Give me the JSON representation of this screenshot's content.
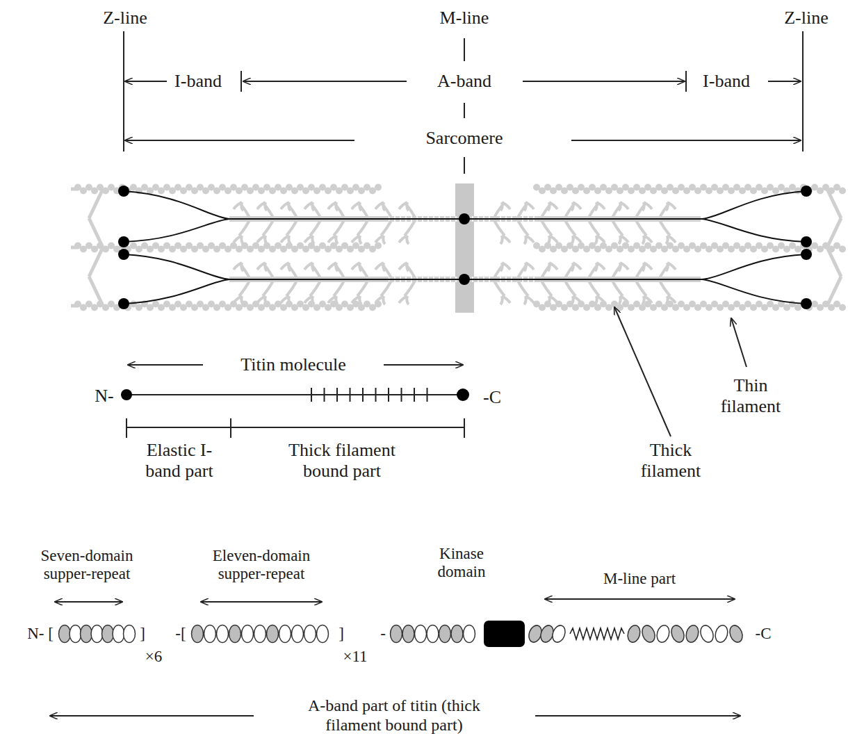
{
  "diagram": {
    "nodes": [
      {
        "text": [
          "Kinase domain"
        ]
      }
    ],
    "labels": [
      "Z-line",
      "M-line",
      "Z-line",
      "I-band",
      "A-band",
      "I-band",
      "Sarcomere",
      "Titin molecule",
      "N-",
      "-C",
      "Elastic I-band part",
      "Thick filament bound part",
      "Thin filament",
      "Thick filament",
      "Seven-domain supper-repeat",
      "Eleven-domain supper-repeat",
      "M-line part",
      "N- [",
      "]",
      "×6",
      "-[",
      "]",
      "×11",
      "-",
      "-C",
      "A-band part of titin (thick filament bound part)"
    ]
  }
}
